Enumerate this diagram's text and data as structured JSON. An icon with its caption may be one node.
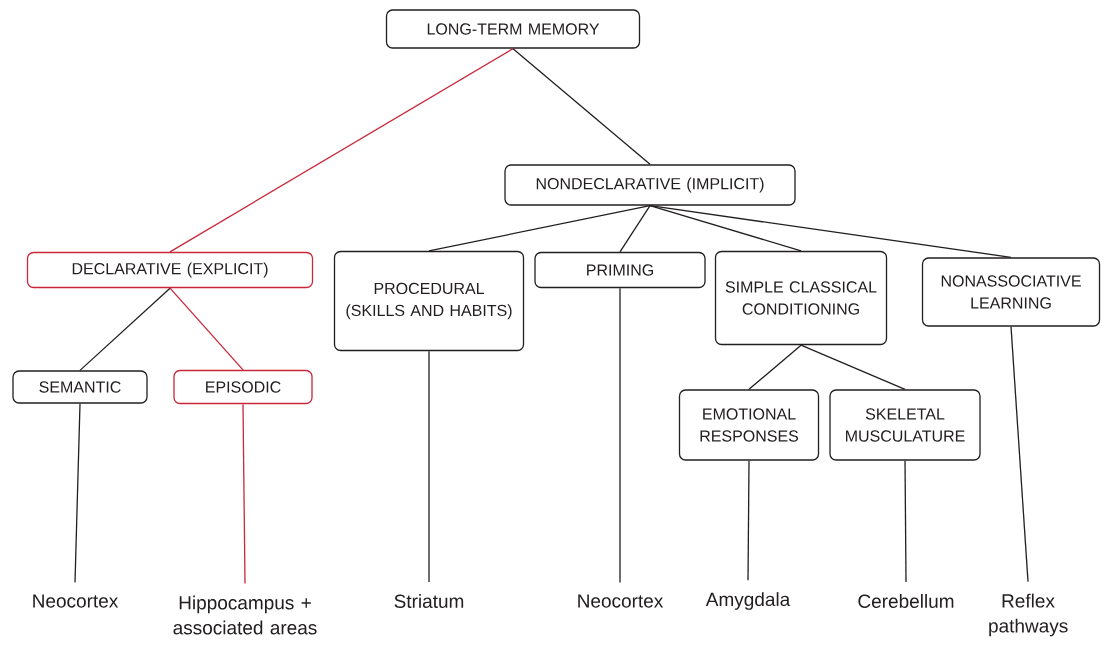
{
  "diagram": {
    "nodes": [
      {
        "text": [
          "LONG-TERM MEMORY"
        ]
      },
      {
        "text": [
          "DECLARATIVE (EXPLICIT)"
        ]
      },
      {
        "text": [
          "NONDECLARATIVE (IMPLICIT)"
        ]
      },
      {
        "text": [
          "SEMANTIC"
        ]
      },
      {
        "text": [
          "EPISODIC"
        ]
      },
      {
        "text": [
          "PROCEDURAL (SKILLS AND HABITS)"
        ]
      },
      {
        "text": [
          "PRIMING"
        ]
      },
      {
        "text": [
          "SIMPLE CLASSICAL CONDITIONING"
        ]
      },
      {
        "text": [
          "NONASSOCIATIVE LEARNING"
        ]
      },
      {
        "text": [
          "EMOTIONAL RESPONSES"
        ]
      },
      {
        "text": [
          "SKELETAL MUSCULATURE"
        ]
      },
      {
        "text": [
          "Neocortex"
        ]
      },
      {
        "text": [
          "Hippocampus + associated areas"
        ]
      },
      {
        "text": [
          "Striatum"
        ]
      },
      {
        "text": [
          "Neocortex"
        ]
      },
      {
        "text": [
          "Amygdala"
        ]
      },
      {
        "text": [
          "Cerebellum"
        ]
      },
      {
        "text": [
          "Reflex pathways"
        ]
      }
    ],
    "edges": [
      {
        "from": 0,
        "to": 1,
        "arrow": "none",
        "color": "#c8283a"
      },
      {
        "from": 0,
        "to": 2,
        "arrow": "none"
      },
      {
        "from": 1,
        "to": 3,
        "arrow": "none"
      },
      {
        "from": 1,
        "to": 4,
        "arrow": "none",
        "color": "#c8283a"
      },
      {
        "from": 2,
        "to": 5,
        "arrow": "none"
      },
      {
        "from": 2,
        "to": 6,
        "arrow": "none"
      },
      {
        "from": 2,
        "to": 7,
        "arrow": "none"
      },
      {
        "from": 2,
        "to": 8,
        "arrow": "none"
      },
      {
        "from": 7,
        "to": 9,
        "arrow": "none"
      },
      {
        "from": 7,
        "to": 10,
        "arrow": "none"
      },
      {
        "from": 3,
        "to": 11,
        "arrow": "none"
      },
      {
        "from": 4,
        "to": 12,
        "arrow": "none",
        "color": "#c8283a"
      },
      {
        "from": 5,
        "to": 13,
        "arrow": "none"
      },
      {
        "from": 6,
        "to": 14,
        "arrow": "none"
      },
      {
        "from": 9,
        "to": 15,
        "arrow": "none"
      },
      {
        "from": 10,
        "to": 16,
        "arrow": "none"
      },
      {
        "from": 8,
        "to": 17,
        "arrow": "none"
      }
    ]
  }
}
